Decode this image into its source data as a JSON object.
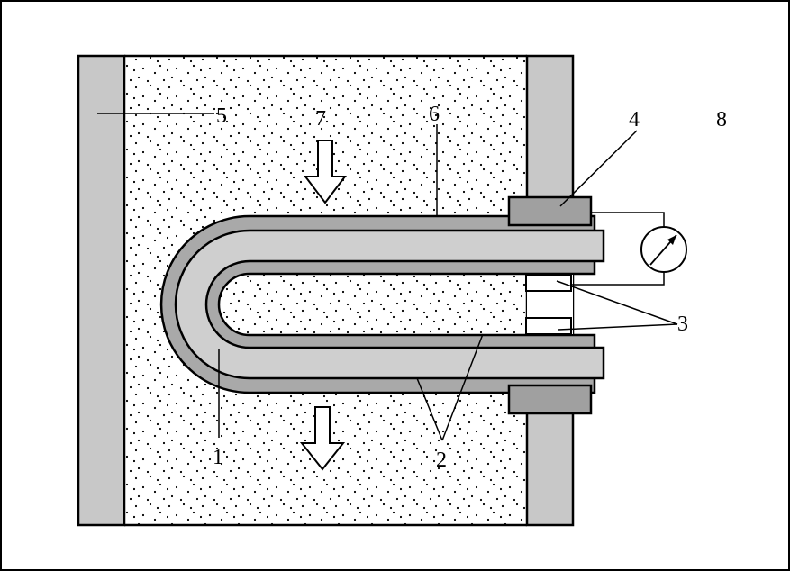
{
  "labels": {
    "l1": "1",
    "l2": "2",
    "l3": "3",
    "l4": "4",
    "l5": "5",
    "l6": "6",
    "l7": "7",
    "l8": "8"
  },
  "colors": {
    "wall": "#c8c8c8",
    "tube_outer": "#a9a9a9",
    "tube_inner": "#cfcfcf",
    "clamp": "#a0a0a0",
    "line": "#000000",
    "background": "#ffffff"
  },
  "icons": {
    "meter": "gauge-icon",
    "arrow": "down-arrow-icon"
  }
}
